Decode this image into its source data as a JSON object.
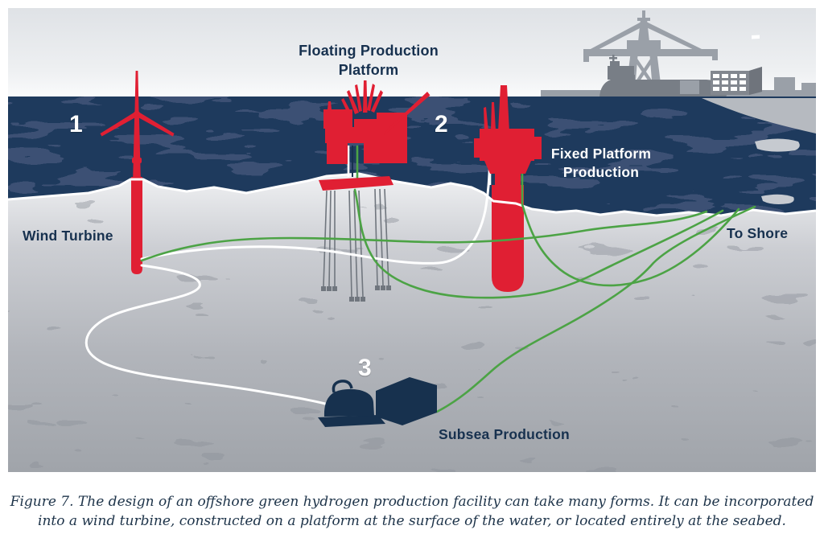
{
  "figure": {
    "caption_line1": "Figure 7. The design of an offshore green hydrogen production facility can take many forms. It can be incorporated",
    "caption_line2": "into a wind turbine, constructed on a platform at the surface of the water, or located entirely at the seabed."
  },
  "diagram": {
    "markers": {
      "wind_turbine": "1",
      "platform": "2",
      "subsea": "3"
    },
    "labels": {
      "floating_platform": "Floating Production Platform",
      "fixed_platform": "Fixed Platform Production",
      "wind_turbine": "Wind Turbine",
      "to_shore": "To Shore",
      "subsea": "Subsea Production"
    },
    "colors": {
      "structure_red": "#e01f33",
      "ocean_navy": "#1e3a5d",
      "cable_green": "#4ca345",
      "cable_white": "#ffffff",
      "subsea_navy": "#17314e",
      "shore_gray": "#9aa0a8"
    }
  }
}
